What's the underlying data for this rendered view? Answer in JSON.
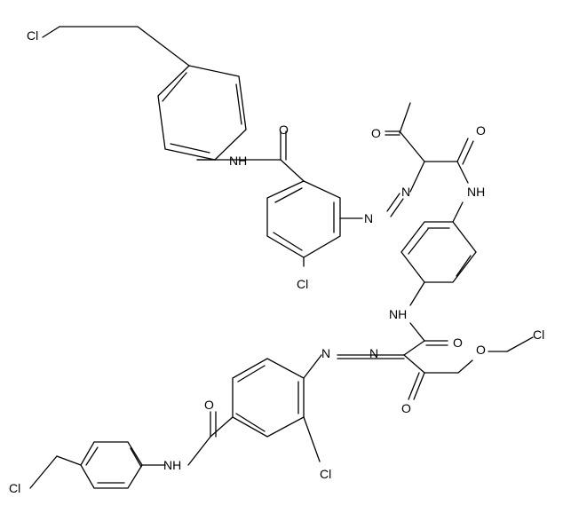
{
  "structure": {
    "atom_labels": {
      "cl_top": "Cl",
      "nh_top_amide": "NH",
      "o_top_amide": "O",
      "o_top_ketone": "O",
      "o_top_amide2": "O",
      "n_azo1_a": "N",
      "n_azo1_b": "N",
      "nh_top_right": "NH",
      "cl_ring_upper": "Cl",
      "nh_mid": "NH",
      "o_mid_amide": "O",
      "n_azo2_a": "N",
      "n_azo2_b": "N",
      "o_ether": "O",
      "cl_right": "Cl",
      "o_mid_ketone": "O",
      "o_low_amide": "O",
      "nh_low_amide": "NH",
      "cl_bottom_left": "Cl",
      "cl_ring_lower": "Cl"
    }
  }
}
